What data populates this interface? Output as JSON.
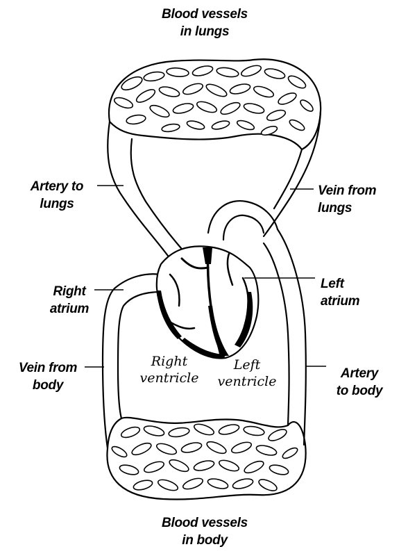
{
  "labels": {
    "lungs_vessels": [
      "Blood vessels",
      "in lungs"
    ],
    "artery_lungs": [
      "Artery to",
      "lungs"
    ],
    "vein_lungs": [
      "Vein from",
      "lungs"
    ],
    "right_atrium": [
      "Right",
      "atrium"
    ],
    "left_atrium": [
      "Left",
      "atrium"
    ],
    "vein_body": [
      "Vein from",
      "body"
    ],
    "artery_body": [
      "Artery",
      "to body"
    ],
    "right_ventricle": [
      "Right",
      "ventricle"
    ],
    "left_ventricle": [
      "Left",
      "ventricle"
    ],
    "body_vessels": [
      "Blood vessels",
      "in body"
    ]
  }
}
